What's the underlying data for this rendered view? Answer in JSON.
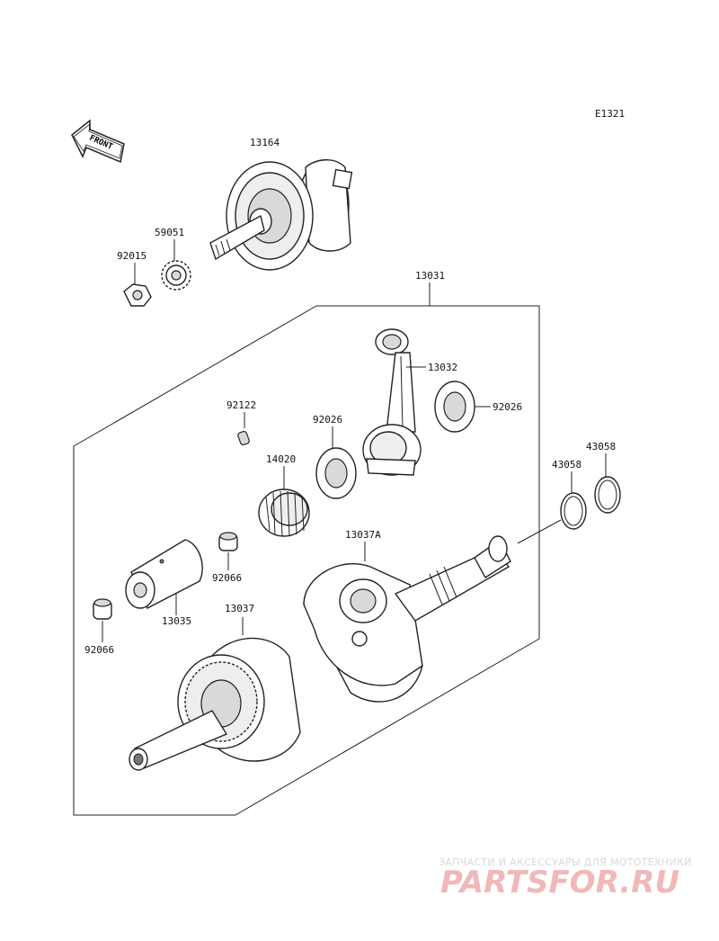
{
  "diagram_code": "E1321",
  "front_arrow_label": "FRONT",
  "parts": {
    "p13164": "13164",
    "p59051": "59051",
    "p92015": "92015",
    "p13031": "13031",
    "p13032": "13032",
    "p92026a": "92026",
    "p92026b": "92026",
    "p92122": "92122",
    "p14020": "14020",
    "p43058a": "43058",
    "p43058b": "43058",
    "p13037A": "13037A",
    "p92066a": "92066",
    "p13035": "13035",
    "p13037": "13037",
    "p92066b": "92066"
  },
  "watermark": {
    "tagline": "ЗАПЧАСТИ И АКСЕССУАРЫ ДЛЯ МОТОТЕХНИКИ",
    "brand": "PARTSFOR.RU"
  }
}
